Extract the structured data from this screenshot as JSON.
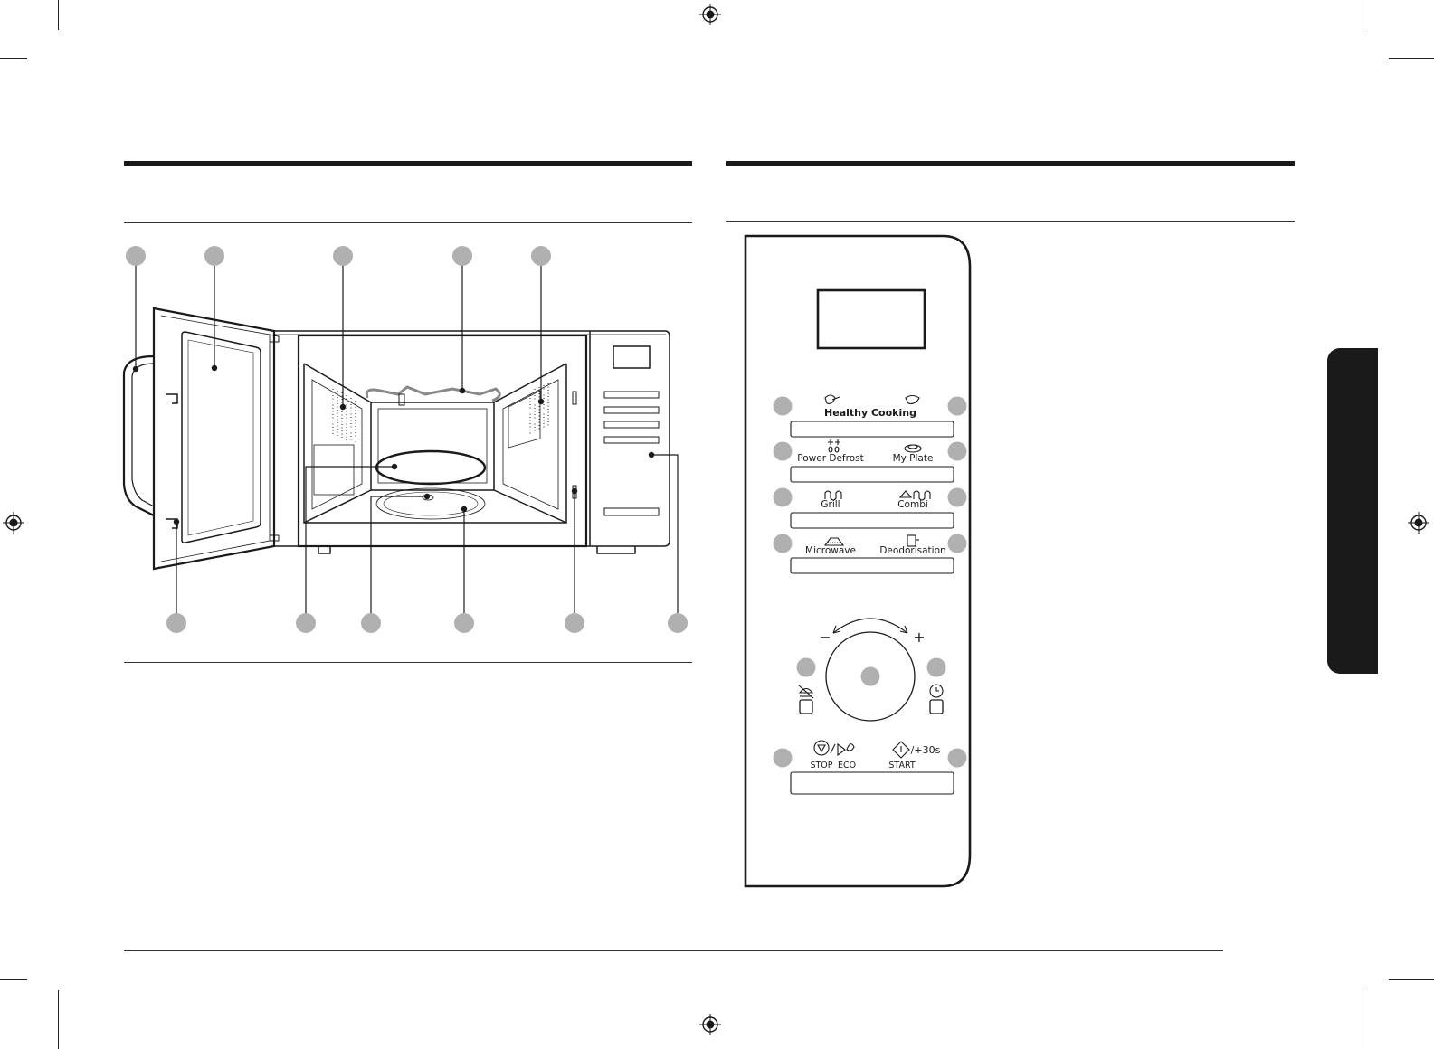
{
  "control_panel": {
    "healthy_cooking_label": "Healthy Cooking",
    "power_defrost_label": "Power Defrost",
    "my_plate_label": "My Plate",
    "grill_label": "Grill",
    "combi_label": "Combi",
    "microwave_label": "Microwave",
    "deodorisation_label": "Deodorisation",
    "minus_label": "−",
    "plus_label": "+",
    "stop_label": "STOP",
    "eco_label": "ECO",
    "start_label": "START",
    "plus30s_label": "/+30s"
  },
  "icons": [
    "registration-mark-icon",
    "healthy-cooking-icon",
    "snowflake-drops-icon",
    "plate-icon",
    "grill-icon",
    "combi-icon",
    "microwave-icon",
    "deodorisation-icon",
    "cloche-icon",
    "clock-icon",
    "stop-icon",
    "eco-icon",
    "start-icon"
  ],
  "colors": {
    "ink": "#1a1a1a",
    "callout": "#b0b0b0",
    "tab": "#1a1a1a"
  }
}
